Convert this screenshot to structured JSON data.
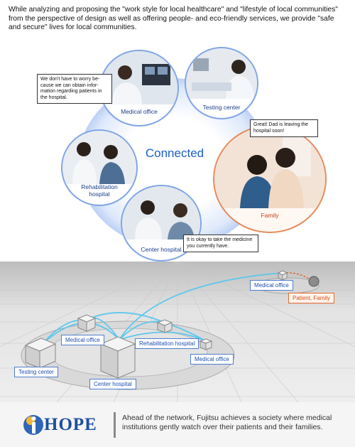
{
  "intro_text": "While analyzing and proposing the \"work style for local healthcare\" and \"lifestyle of local communities\" from the perspective of design as well as offering people- and eco-friendly services, we provide \"safe and secure\" lives for local communities.",
  "network": {
    "center_label": "Connected",
    "nodes": [
      {
        "label": "Medical office",
        "type": "facility"
      },
      {
        "label": "Testing center",
        "type": "facility"
      },
      {
        "label": "Family",
        "type": "family"
      },
      {
        "label": "Center hospital",
        "type": "facility"
      },
      {
        "label": "Rehabilitation hospital",
        "type": "facility"
      }
    ],
    "speech": {
      "medical_office": "We don't have to worry be-cause we can obtain infor-mation regarding patients in the hospital.",
      "family": "Great!  Dad is leaving the hospital soon!",
      "center_hospital": "It is okay to take the medicine you currently have."
    }
  },
  "map": {
    "labels": {
      "medical_office_top": "Medical office",
      "patient_family": "Patient, Family",
      "medical_office_left": "Medical office",
      "rehabilitation_hospital": "Rehabilitation  hospital",
      "testing_center": "Testing center",
      "medical_office_right": "Medical office",
      "center_hospital": "Center hospital"
    }
  },
  "footer": {
    "logo_text": "HOPE",
    "tagline": "Ahead of the network, Fujitsu achieves a society where medical institutions gently watch over their patients and their families."
  },
  "colors": {
    "accent_blue": "#1a5fc6",
    "accent_orange": "#e36b2e"
  }
}
